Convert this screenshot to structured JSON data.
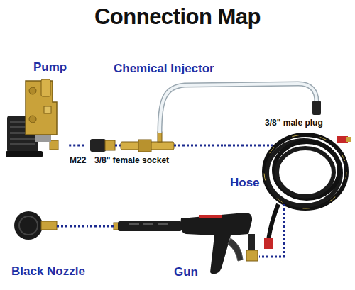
{
  "diagram": {
    "title": "Connection Map",
    "nodes": [
      {
        "text": [
          "Pump"
        ]
      },
      {
        "text": [
          "Chemical Injector"
        ]
      },
      {
        "text": [
          "Hose"
        ]
      },
      {
        "text": [
          "Black Nozzle"
        ]
      },
      {
        "text": [
          "Gun"
        ]
      }
    ],
    "edges": [
      {
        "from": 0,
        "to": 1,
        "arrow": "none"
      },
      {
        "from": 1,
        "to": 2,
        "arrow": "none"
      },
      {
        "from": 2,
        "to": 4,
        "arrow": "none"
      },
      {
        "from": 4,
        "to": 3,
        "arrow": "none"
      }
    ],
    "labels": [
      "M22",
      "3/8\" female socket",
      "3/8\" male plug"
    ]
  }
}
